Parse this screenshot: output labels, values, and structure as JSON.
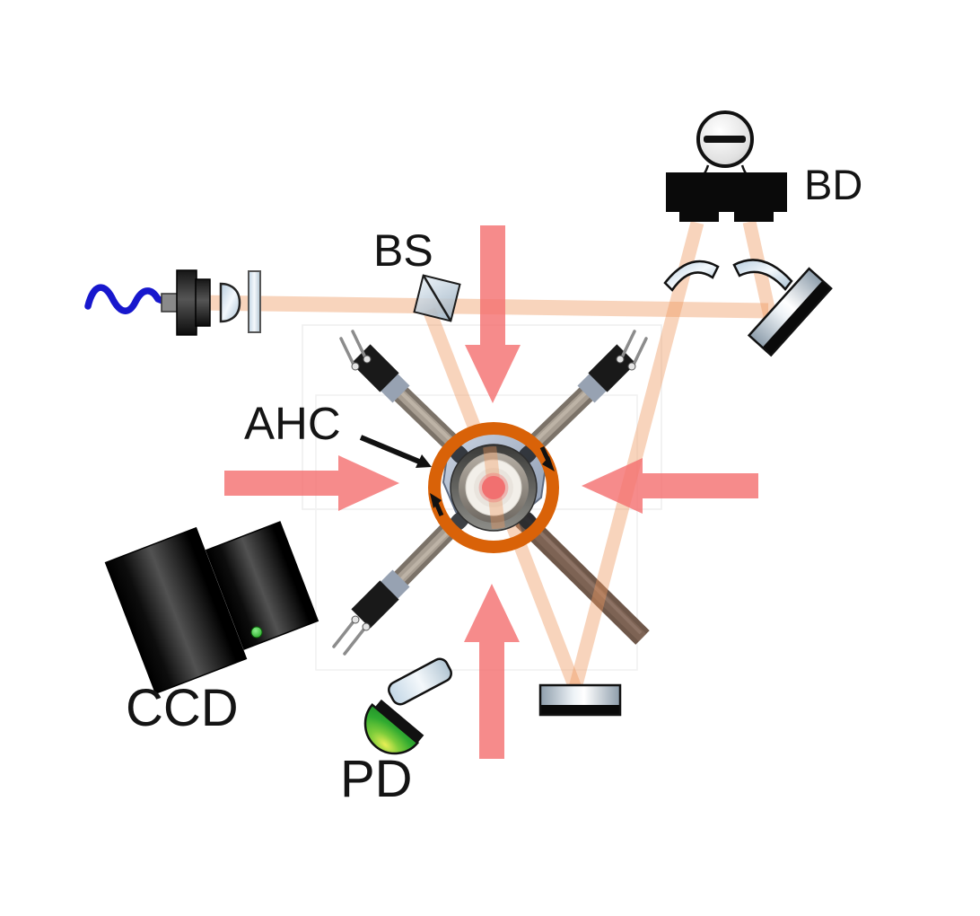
{
  "figure": {
    "title": "optical setup diagram of a magneto-optical trap experiment",
    "labels": {
      "beam_splitter": "BS",
      "beam_detector": "BD",
      "anti_helmholtz_coil": "AHC",
      "camera": "CCD",
      "photodiode": "PD"
    },
    "components": [
      {
        "id": "fiber-cable",
        "desc": "blue optical fiber"
      },
      {
        "id": "fiber-collimator",
        "desc": "fiber coupler with lens and plate"
      },
      {
        "id": "beam-splitter-cube",
        "label_key": "beam_splitter"
      },
      {
        "id": "balanced-detector",
        "label_key": "beam_detector"
      },
      {
        "id": "vacuum-chamber-with-coil",
        "label_key": "anti_helmholtz_coil"
      },
      {
        "id": "ccd-camera",
        "label_key": "camera"
      },
      {
        "id": "photodiode-with-lens",
        "label_key": "photodiode"
      },
      {
        "id": "mirror-angled",
        "desc": "folding mirror upper right"
      },
      {
        "id": "mirror-bottom",
        "desc": "folding mirror bottom"
      },
      {
        "id": "mot-beam-arrows",
        "desc": "four pink laser-beam arrows converging on chamber"
      }
    ],
    "colors": {
      "beam": "#ee995f",
      "arrow": "#f46e6e",
      "coil": "#d96208",
      "fiber": "#1717cd",
      "atom_cloud": "#f17070",
      "photodiode_green": "#47b836",
      "photodiode_yellow": "#e3e84e",
      "mirror_silver": "#eef3f7",
      "chamber_gray": "#aab6c8",
      "rod_brown": "#6e5749",
      "label_text": "#141414"
    }
  }
}
